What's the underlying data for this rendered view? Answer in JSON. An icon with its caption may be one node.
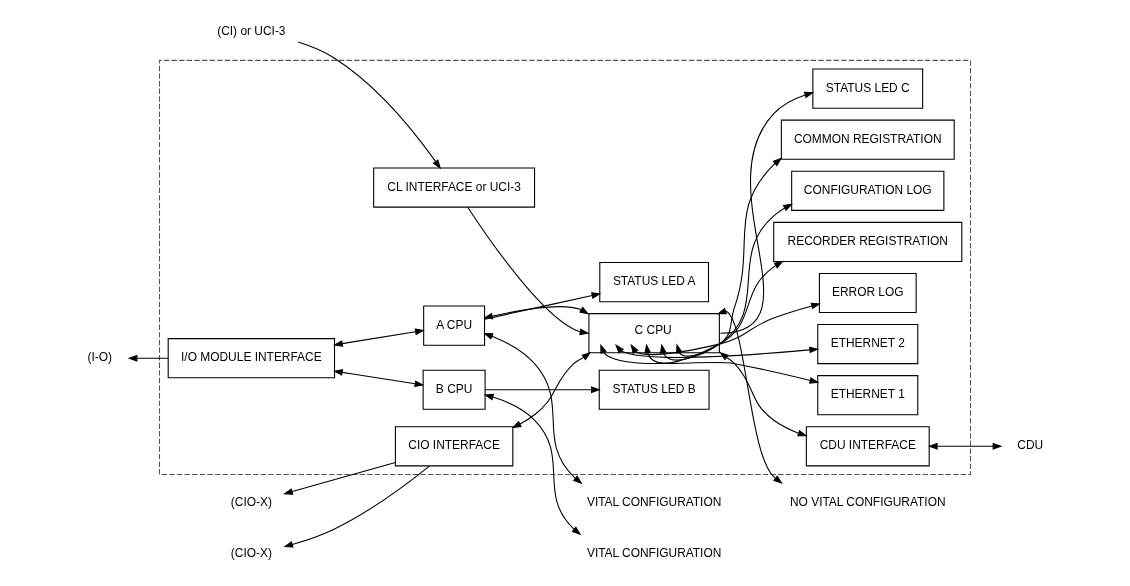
{
  "diagram": {
    "nodes": [
      {
        "text": [],
        "shape": "box"
      },
      {
        "text": [
          "I/O MODULE INTERFACE"
        ],
        "in": 0
      },
      {
        "text": [
          "A CPU"
        ],
        "in": 0
      },
      {
        "text": [
          "STATUS LED A"
        ],
        "in": 0
      },
      {
        "text": [
          "B CPU"
        ],
        "in": 0
      },
      {
        "text": [
          "STATUS LED B"
        ],
        "in": 0
      },
      {
        "text": [
          "CL INTERFACE or UCI-3"
        ],
        "in": 0
      },
      {
        "text": [
          "C CPU"
        ],
        "in": 0
      },
      {
        "text": [
          "STATUS LED C"
        ],
        "in": 0
      },
      {
        "text": [
          "CIO INTERFACE"
        ],
        "in": 0
      },
      {
        "text": [
          "CDU INTERFACE"
        ],
        "in": 0
      },
      {
        "text": [
          "ETHERNET 1"
        ],
        "in": 0
      },
      {
        "text": [
          "ETHERNET 2"
        ],
        "in": 0
      },
      {
        "text": [
          "ERROR LOG"
        ],
        "in": 0
      },
      {
        "text": [
          "RECORDER REGISTRATION"
        ],
        "in": 0
      },
      {
        "text": [
          "CONFIGURATION LOG"
        ],
        "in": 0
      },
      {
        "text": [
          "COMMON REGISTRATION"
        ],
        "in": 0
      },
      {
        "text": [
          "(I-O)"
        ]
      },
      {
        "text": [
          "VITAL CONFIGURATION"
        ]
      },
      {
        "text": [
          "VITAL CONFIGURATION"
        ]
      },
      {
        "text": [
          "NO VITAL CONFIGURATION"
        ]
      },
      {
        "text": [
          "(CI) or UCI-3"
        ]
      },
      {
        "text": [
          "(CIO-X)"
        ]
      },
      {
        "text": [
          "(CIO-X)"
        ]
      },
      {
        "text": [
          "CDU"
        ]
      }
    ],
    "edges": [
      {
        "from": 1,
        "to": 17,
        "arrow": "to"
      },
      {
        "from": 1,
        "to": 2,
        "arrow": "both"
      },
      {
        "from": 1,
        "to": 4,
        "arrow": "both"
      },
      {
        "from": 2,
        "to": 7,
        "arrow": "both"
      },
      {
        "from": 2,
        "to": 18,
        "arrow": "both"
      },
      {
        "from": 2,
        "to": 3,
        "arrow": "to"
      },
      {
        "from": 4,
        "to": 19,
        "arrow": "both"
      },
      {
        "from": 4,
        "to": 5,
        "arrow": "to"
      },
      {
        "from": 21,
        "to": 6,
        "arrow": "to"
      },
      {
        "from": 6,
        "to": 7,
        "arrow": "to"
      },
      {
        "from": 7,
        "to": 20,
        "arrow": "both"
      },
      {
        "from": 7,
        "to": 8,
        "arrow": "to"
      },
      {
        "from": 9,
        "to": 7,
        "arrow": "both"
      },
      {
        "from": 9,
        "to": 22,
        "arrow": "to"
      },
      {
        "from": 9,
        "to": 23,
        "arrow": "to"
      },
      {
        "from": 7,
        "to": 10,
        "arrow": "both"
      },
      {
        "from": 10,
        "to": 24,
        "arrow": "both"
      },
      {
        "from": 7,
        "to": 11,
        "arrow": "both"
      },
      {
        "from": 7,
        "to": 12,
        "arrow": "both"
      },
      {
        "from": 7,
        "to": 13,
        "arrow": "both"
      },
      {
        "from": 7,
        "to": 14,
        "arrow": "both"
      },
      {
        "from": 7,
        "to": 15,
        "arrow": "both"
      },
      {
        "from": 7,
        "to": 16,
        "arrow": "both"
      }
    ]
  }
}
